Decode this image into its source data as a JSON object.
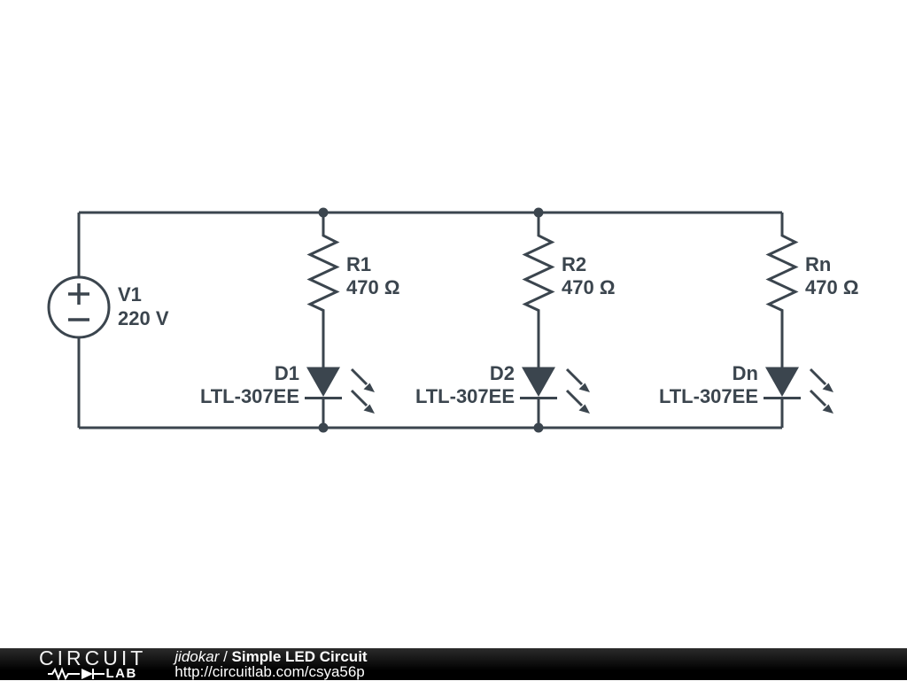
{
  "canvas": {
    "background": "#ffffff",
    "wire_color": "#3b454e"
  },
  "schematic": {
    "source": {
      "name": "V1",
      "value": "220 V"
    },
    "branches": [
      {
        "resistor_name": "R1",
        "resistor_value": "470 Ω",
        "led_name": "D1",
        "led_part": "LTL-307EE"
      },
      {
        "resistor_name": "R2",
        "resistor_value": "470 Ω",
        "led_name": "D2",
        "led_part": "LTL-307EE"
      },
      {
        "resistor_name": "Rn",
        "resistor_value": "470 Ω",
        "led_name": "Dn",
        "led_part": "LTL-307EE"
      }
    ]
  },
  "footer": {
    "logo_top": "CIRCUIT",
    "logo_bottom": "LAB",
    "author": "jidokar",
    "separator": " / ",
    "title": "Simple LED Circuit",
    "url": "http://circuitlab.com/csya56p",
    "bar_color": "#000000",
    "text_color": "#ffffff"
  }
}
